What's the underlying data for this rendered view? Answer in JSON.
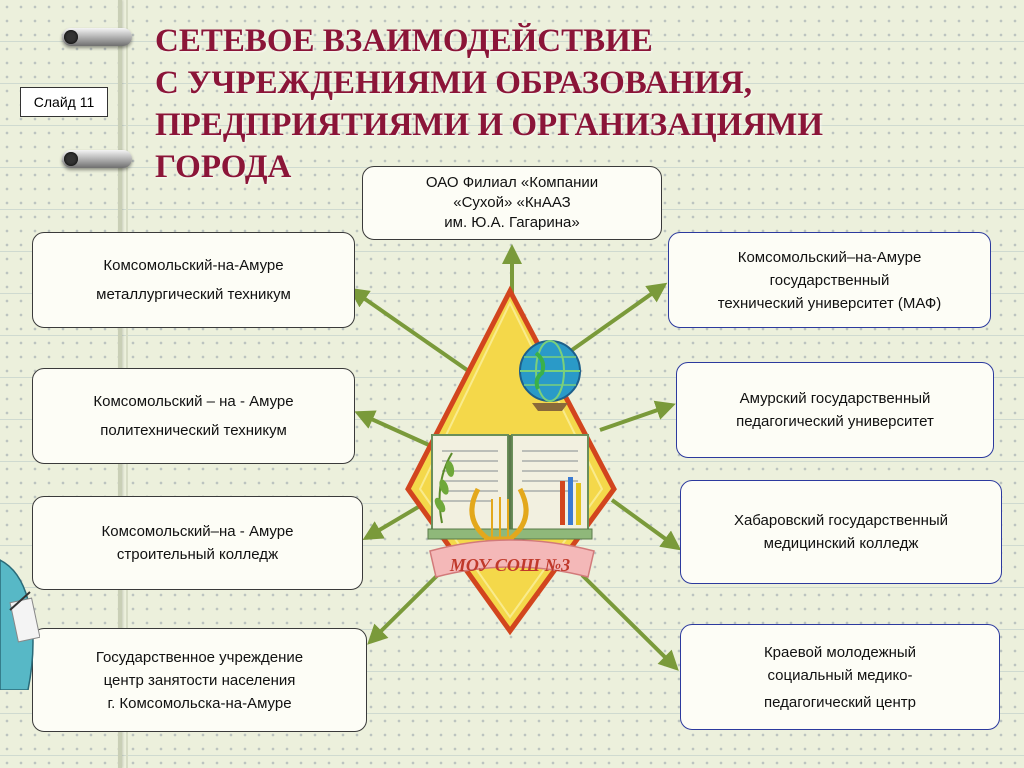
{
  "slide_label": "Слайд 11",
  "title": {
    "lines": [
      "СЕТЕВОЕ ВЗАИМОДЕЙСТВИЕ",
      "С УЧРЕЖДЕНИЯМИ ОБРАЗОВАНИЯ,",
      "ПРЕДПРИЯТИЯМИ И ОРГАНИЗАЦИЯМИ",
      "ГОРОДА"
    ]
  },
  "center": {
    "banner_text": "МОУ СОШ №3"
  },
  "partners": {
    "top": [
      "ОАО Филиал «Компании",
      "«Сухой» «КнААЗ",
      "им. Ю.А. Гагарина»"
    ],
    "left1": [
      "Комсомольский-на-Амуре",
      "металлургический техникум"
    ],
    "left2": [
      "Комсомольский – на - Амуре",
      "политехнический техникум"
    ],
    "left3": [
      "Комсомольский–на - Амуре",
      "строительный колледж"
    ],
    "left4": [
      "Государственное учреждение",
      "центр занятости населения",
      "г. Комсомольска-на-Амуре"
    ],
    "right1": [
      "Комсомольский–на-Амуре",
      "государственный",
      "технический университет (МАФ)"
    ],
    "right2": [
      "Амурский государственный",
      "педагогический университет"
    ],
    "right3": [
      "Хабаровский государственный",
      "медицинский колледж"
    ],
    "right4": [
      "Краевой молодежный",
      "социальный медико-",
      "педагогический центр"
    ]
  },
  "colors": {
    "title": "#8b1538",
    "arrow": "#7a9a3a",
    "diamond": "#f4d84a",
    "diamond_border": "#d2451e"
  }
}
